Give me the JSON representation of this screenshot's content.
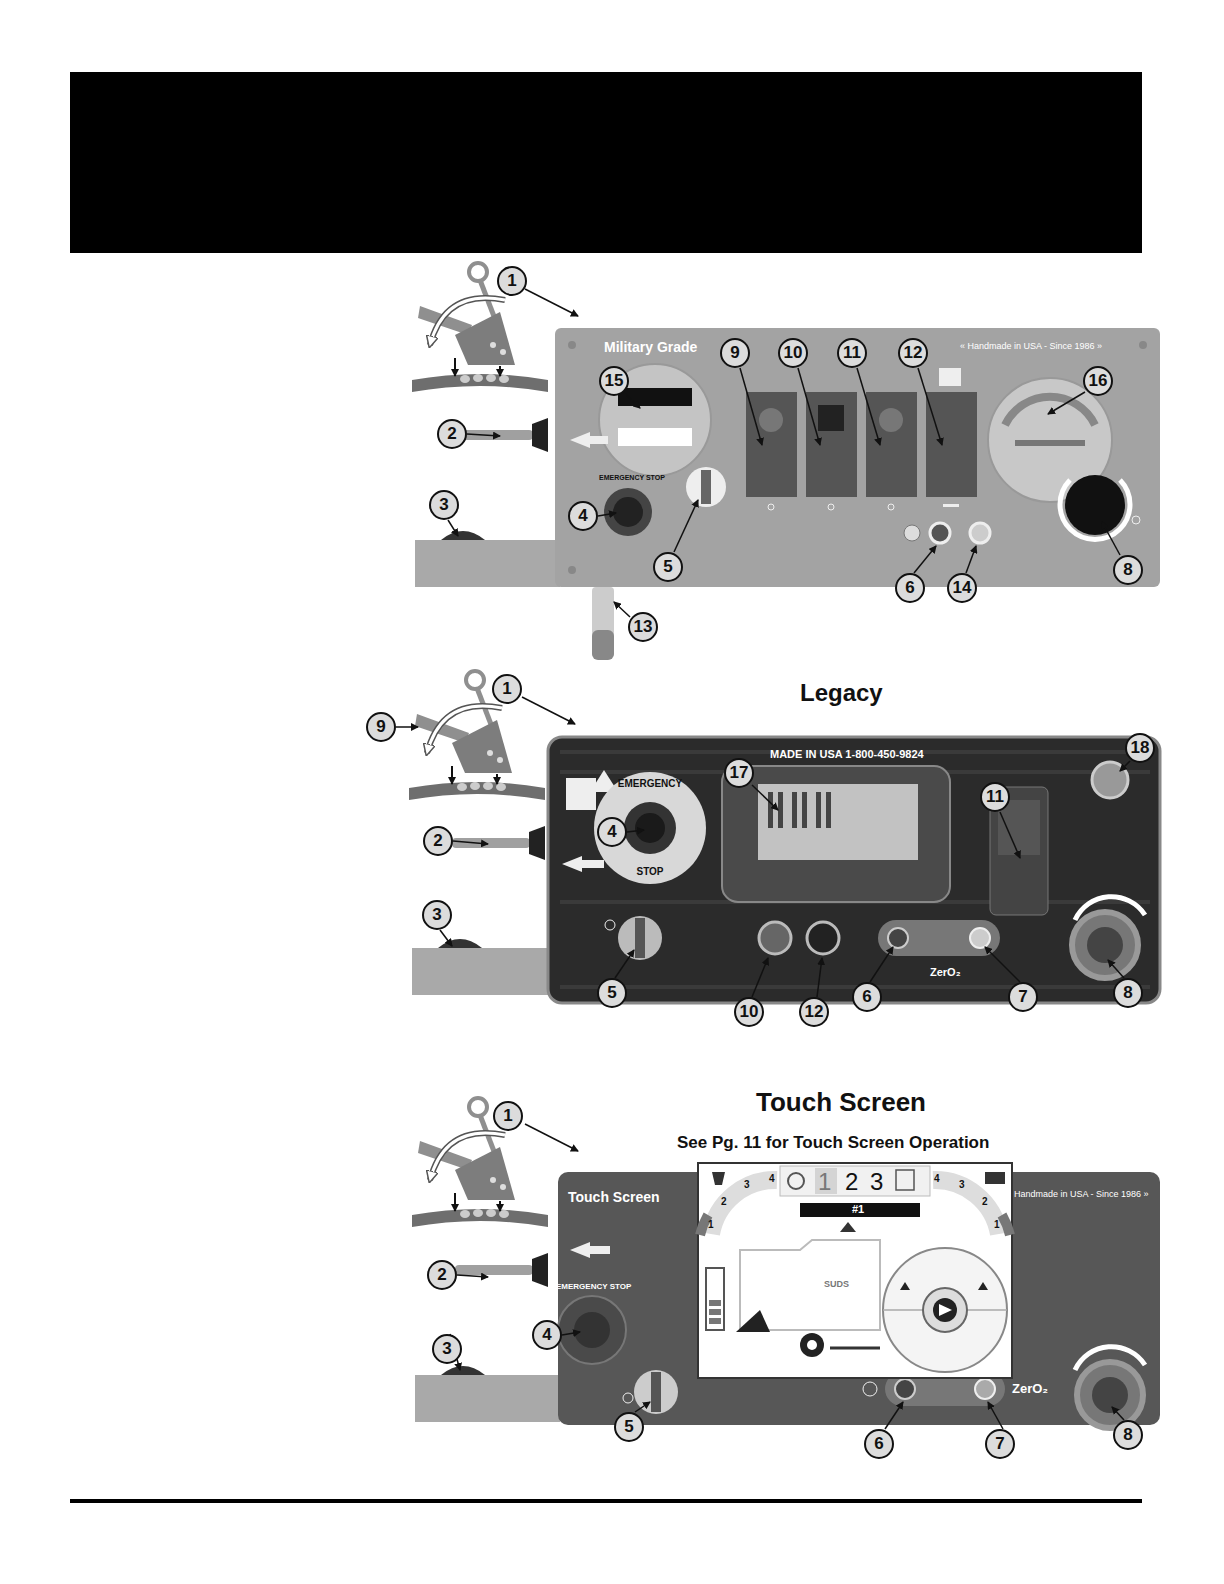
{
  "diagram": {
    "nodes": [
      {
        "text": [
          "Military Grade",
          "« Handmade in USA - Since 1986 »"
        ]
      },
      {
        "text": [
          "Legacy",
          "MADE IN USA 1-800-450-9824"
        ]
      },
      {
        "text": [
          "Touch Screen",
          "See Pg. 11 for Touch Screen Operation",
          "Touch Screen",
          "Handmade in USA - Since 1986 »"
        ]
      },
      {
        "text": [
          "1",
          "2",
          "3",
          "#1",
          "SUDS",
          "4",
          "3",
          "2",
          "1",
          "4",
          "3",
          "2",
          "1"
        ],
        "in": 2
      }
    ],
    "labels": [
      "1",
      "15",
      "9",
      "10",
      "11",
      "12",
      "16",
      "2",
      "3",
      "4",
      "5",
      "6",
      "14",
      "8",
      "13",
      "EMERGENCY STOP",
      "1",
      "9",
      "17",
      "18",
      "4",
      "11",
      "2",
      "3",
      "5",
      "10",
      "12",
      "6",
      "7",
      "8",
      "EMERGENCY",
      "STOP",
      "ZerO₂",
      "1",
      "2",
      "4",
      "3",
      "5",
      "6",
      "7",
      "8",
      "EMERGENCY STOP",
      "ZerO₂"
    ]
  }
}
